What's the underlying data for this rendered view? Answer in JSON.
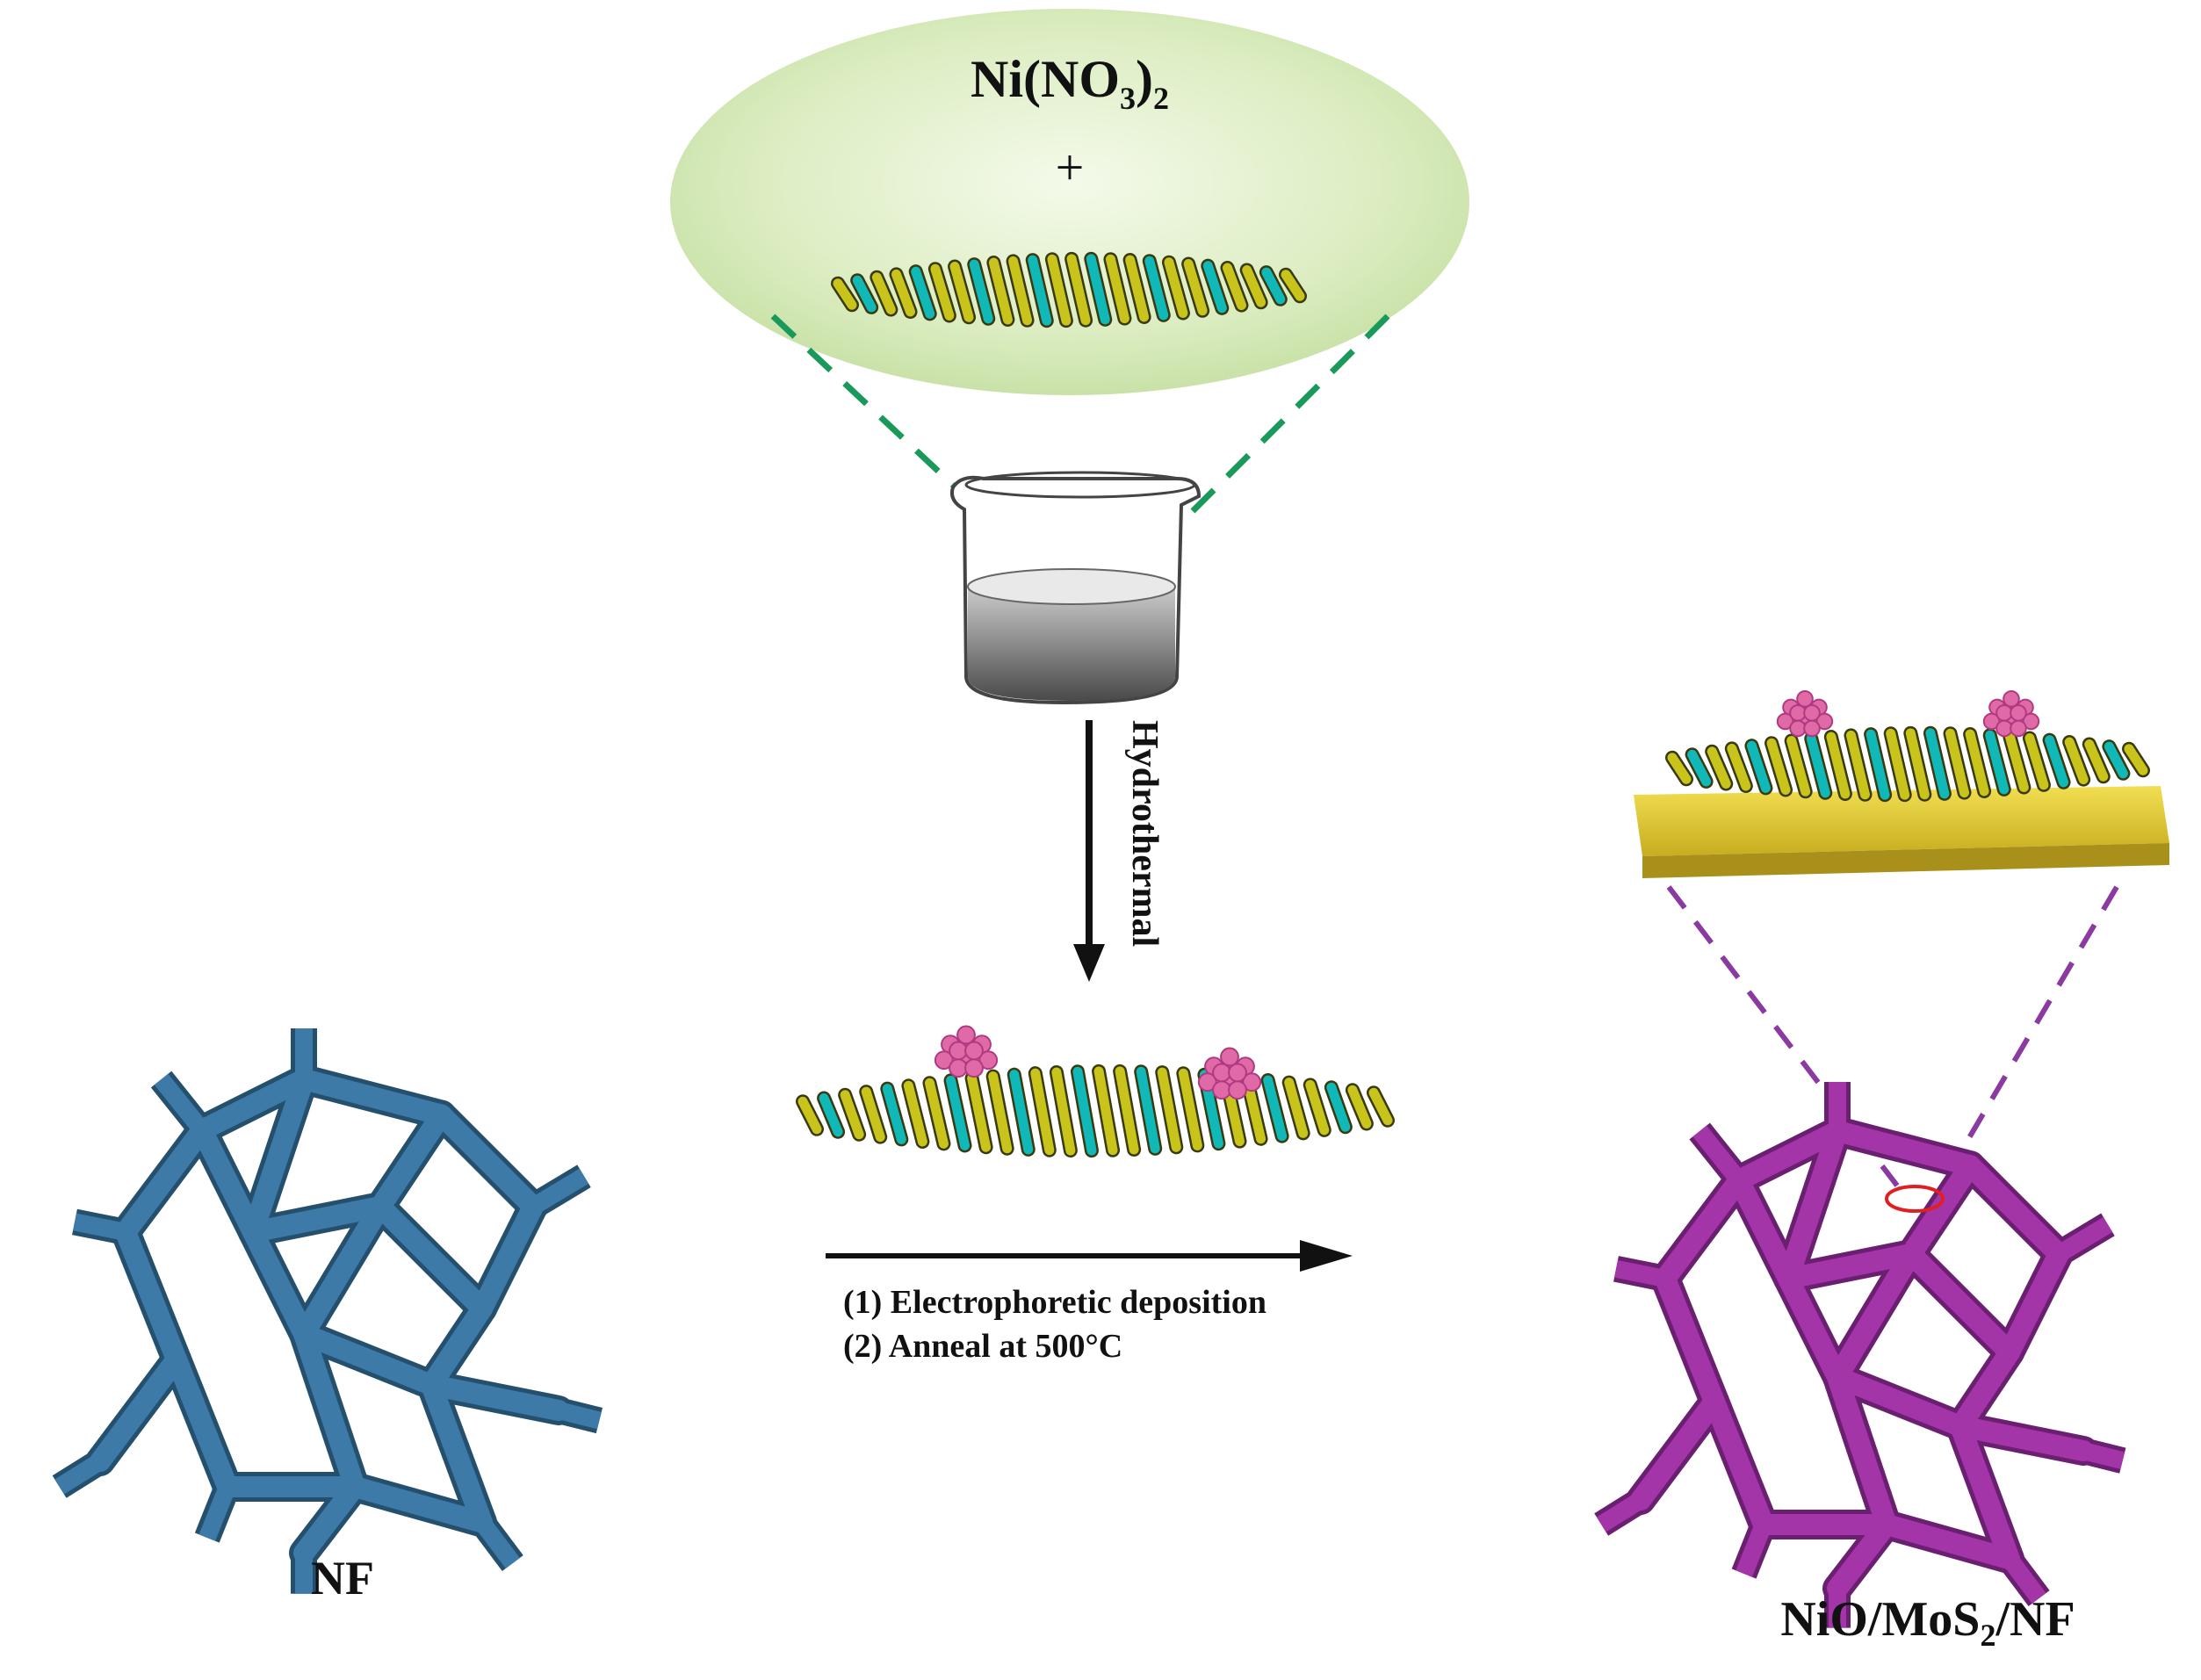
{
  "precursor": {
    "formula_base": "Ni(NO",
    "sub_3": "3",
    "close": ")",
    "sub_2": "2",
    "plus": "+"
  },
  "process_label": "Hydrothermal",
  "steps": [
    "(1) Electrophoretic deposition",
    "(2) Anneal at 500°C"
  ],
  "start_label": "NF",
  "product_label": {
    "base": "NiO/MoS",
    "sub": "2",
    "suffix": "/NF"
  },
  "colors": {
    "ellipse_fill": "#d9ecbf",
    "green_dash": "#1a9a5a",
    "purple_dash": "#8a3aa0",
    "foam_blue": "#3d7aa8",
    "foam_blue_dark": "#24506e",
    "foam_purple": "#a335a8",
    "foam_purple_dark": "#6a1f70",
    "rod_yellow": "#c8c41c",
    "rod_cyan": "#10b8b8",
    "cluster_pink": "#e06aa8",
    "substrate_yellow": "#e6cf34"
  },
  "icons": [
    "beaker-icon",
    "down-arrow-icon",
    "right-arrow-icon",
    "nickel-foam-icon",
    "mos2-nanosheet-icon",
    "nio-cluster-icon"
  ]
}
